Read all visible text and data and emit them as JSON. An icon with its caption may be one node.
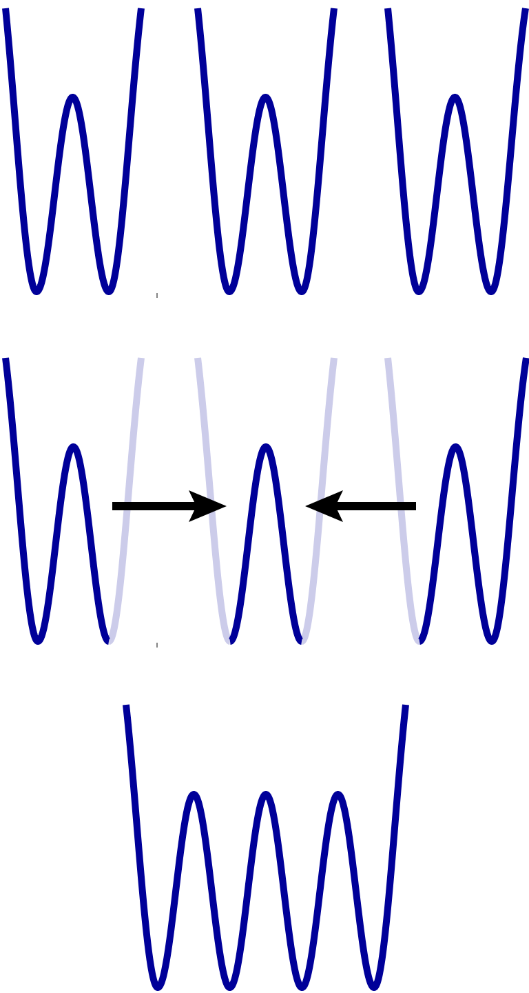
{
  "diagram": {
    "nodes": [
      {
        "text": [],
        "shape": "curve"
      },
      {
        "text": [],
        "shape": "curve"
      },
      {
        "text": [],
        "shape": "curve"
      },
      {
        "text": [],
        "shape": "curve"
      },
      {
        "text": [],
        "shape": "curve"
      },
      {
        "text": [],
        "shape": "curve"
      },
      {
        "text": [],
        "shape": "curve"
      }
    ],
    "edges": [
      {
        "from": 3,
        "to": 4,
        "arrow": "to"
      },
      {
        "from": 5,
        "to": 4,
        "arrow": "to"
      }
    ]
  }
}
